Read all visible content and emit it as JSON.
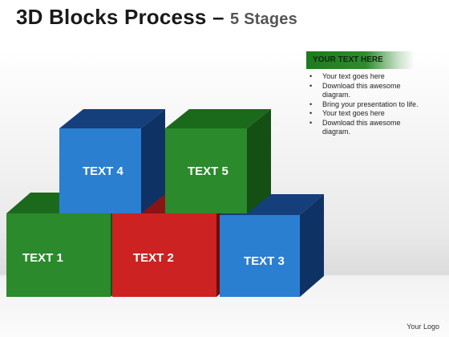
{
  "title": {
    "main": "3D Blocks Process",
    "dash": " – ",
    "sub": "5 Stages"
  },
  "blocks": [
    {
      "id": "text1",
      "label": "TEXT 1",
      "color": {
        "front": "#2b8a2b",
        "side": "#145014",
        "top": "#1b6a1b"
      }
    },
    {
      "id": "text2",
      "label": "TEXT 2",
      "color": {
        "front": "#cc2222",
        "side": "#6e0d0d",
        "top": "#8a1414"
      }
    },
    {
      "id": "text3",
      "label": "TEXT 3",
      "color": {
        "front": "#2a7fd0",
        "side": "#0f3264",
        "top": "#143f7a"
      }
    },
    {
      "id": "text4",
      "label": "TEXT 4",
      "color": {
        "front": "#2a7fd0",
        "side": "#0f3264",
        "top": "#143f7a"
      }
    },
    {
      "id": "text5",
      "label": "TEXT 5",
      "color": {
        "front": "#2b8a2b",
        "side": "#145014",
        "top": "#1b6a1b"
      }
    }
  ],
  "info": {
    "header": "YOUR TEXT HERE",
    "bullets": [
      "Your text goes here",
      "Download this awesome diagram.",
      "Bring your presentation to life.",
      "Your text goes here",
      "Download this awesome diagram."
    ]
  },
  "footer": {
    "logo": "Your Logo"
  }
}
